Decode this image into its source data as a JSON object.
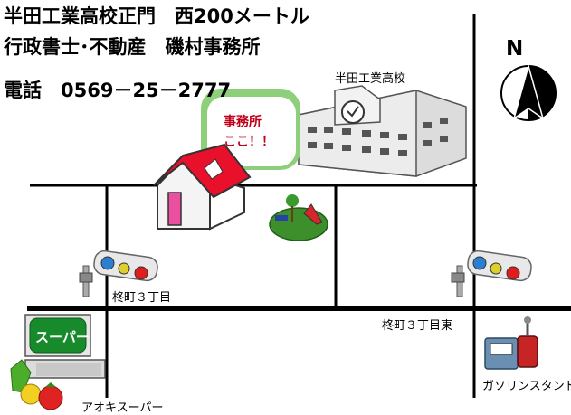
{
  "header": {
    "line1": "半田工業高校正門　西200メートル",
    "line2": "行政書士･不動産　磯村事務所",
    "line3": "電話　0569－25－2777"
  },
  "bubble": {
    "line1": "事務所",
    "line2": "ここ！！"
  },
  "landmarks": {
    "school": "半田工業高校",
    "intersection_west": "柊町３丁目",
    "intersection_east": "柊町３丁目東",
    "supermarket": "アオキスーパー",
    "supermarket_sign": "スーパー",
    "gas_station": "ガソリンスタンド"
  },
  "compass": {
    "label": "N"
  },
  "colors": {
    "roof_red": "#e8102a",
    "bubble_green": "#8dcf7a",
    "bubble_text": "#c00018",
    "road": "#000000",
    "sign_green": "#178a2c"
  }
}
